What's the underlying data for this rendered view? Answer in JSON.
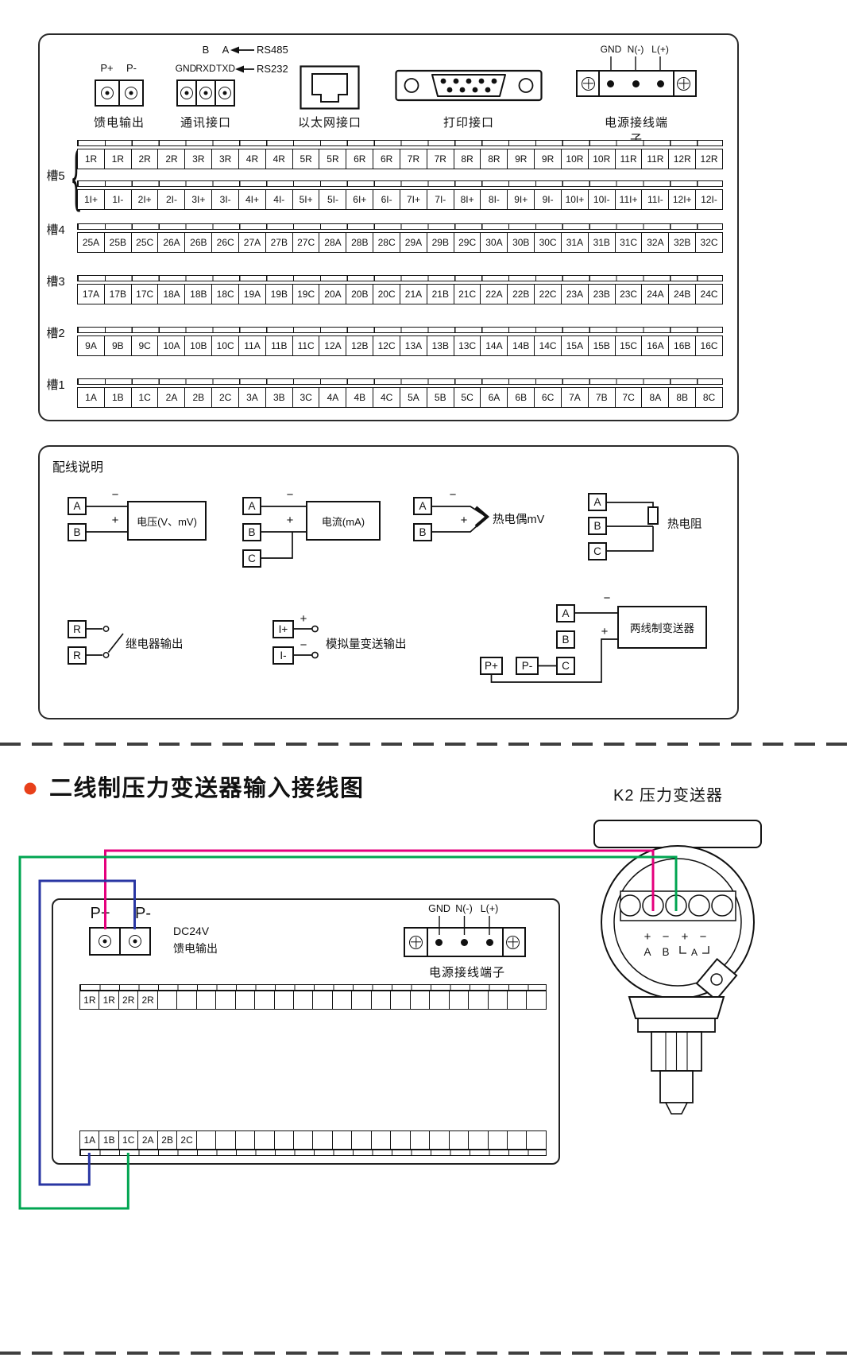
{
  "rear_panel": {
    "feed": {
      "pin_plus": "P+",
      "pin_minus": "P-",
      "label": "馈电输出"
    },
    "comm": {
      "pin_b": "B",
      "pin_a": "A",
      "rs485": "RS485",
      "pin_gnd": "GND",
      "pin_rxd": "RXD",
      "pin_txd": "TXD",
      "rs232": "RS232",
      "label": "通讯接口"
    },
    "ethernet": {
      "label": "以太网接口"
    },
    "printer": {
      "label": "打印接口"
    },
    "power": {
      "pin_gnd": "GND",
      "pin_n": "N(-)",
      "pin_l": "L(+)",
      "label": "电源接线端子"
    },
    "slot5": {
      "name": "槽5",
      "brace": "{",
      "row_r": [
        "1R",
        "1R",
        "2R",
        "2R",
        "3R",
        "3R",
        "4R",
        "4R",
        "5R",
        "5R",
        "6R",
        "6R",
        "7R",
        "7R",
        "8R",
        "8R",
        "9R",
        "9R",
        "10R",
        "10R",
        "11R",
        "11R",
        "12R",
        "12R"
      ],
      "row_i": [
        "1I+",
        "1I-",
        "2I+",
        "2I-",
        "3I+",
        "3I-",
        "4I+",
        "4I-",
        "5I+",
        "5I-",
        "6I+",
        "6I-",
        "7I+",
        "7I-",
        "8I+",
        "8I-",
        "9I+",
        "9I-",
        "10I+",
        "10I-",
        "11I+",
        "11I-",
        "12I+",
        "12I-"
      ]
    },
    "slot4": {
      "name": "槽4",
      "cells": [
        "25A",
        "25B",
        "25C",
        "26A",
        "26B",
        "26C",
        "27A",
        "27B",
        "27C",
        "28A",
        "28B",
        "28C",
        "29A",
        "29B",
        "29C",
        "30A",
        "30B",
        "30C",
        "31A",
        "31B",
        "31C",
        "32A",
        "32B",
        "32C"
      ]
    },
    "slot3": {
      "name": "槽3",
      "cells": [
        "17A",
        "17B",
        "17C",
        "18A",
        "18B",
        "18C",
        "19A",
        "19B",
        "19C",
        "20A",
        "20B",
        "20C",
        "21A",
        "21B",
        "21C",
        "22A",
        "22B",
        "22C",
        "23A",
        "23B",
        "23C",
        "24A",
        "24B",
        "24C"
      ]
    },
    "slot2": {
      "name": "槽2",
      "cells": [
        "9A",
        "9B",
        "9C",
        "10A",
        "10B",
        "10C",
        "11A",
        "11B",
        "11C",
        "12A",
        "12B",
        "12C",
        "13A",
        "13B",
        "13C",
        "14A",
        "14B",
        "14C",
        "15A",
        "15B",
        "15C",
        "16A",
        "16B",
        "16C"
      ]
    },
    "slot1": {
      "name": "槽1",
      "cells": [
        "1A",
        "1B",
        "1C",
        "2A",
        "2B",
        "2C",
        "3A",
        "3B",
        "3C",
        "4A",
        "4B",
        "4C",
        "5A",
        "5B",
        "5C",
        "6A",
        "6B",
        "6C",
        "7A",
        "7B",
        "7C",
        "8A",
        "8B",
        "8C"
      ]
    }
  },
  "wiring_guide": {
    "title": "配线说明",
    "voltage": {
      "a": "A",
      "b": "B",
      "minus": "−",
      "plus": "+",
      "label": "电压(V、mV)"
    },
    "current": {
      "a": "A",
      "b": "B",
      "c": "C",
      "minus": "−",
      "plus": "+",
      "label": "电流(mA)"
    },
    "thermocouple": {
      "a": "A",
      "b": "B",
      "minus": "−",
      "plus": "+",
      "label": "热电偶mV"
    },
    "rtd": {
      "a": "A",
      "b": "B",
      "c": "C",
      "label": "热电阻"
    },
    "relay": {
      "r1": "R",
      "r2": "R",
      "label": "继电器输出"
    },
    "analog_out": {
      "ip": "I+",
      "im": "I-",
      "plus": "+",
      "minus": "−",
      "label": "模拟量变送输出"
    },
    "two_wire": {
      "a": "A",
      "b": "B",
      "c": "C",
      "pp": "P+",
      "pm": "P-",
      "minus": "−",
      "plus": "+",
      "label": "两线制变送器"
    }
  },
  "bottom": {
    "title": "二线制压力变送器输入接线图",
    "bullet_color": "#e8401a",
    "transmitter_label": "K2 压力变送器",
    "device": {
      "pin_plus": "P+",
      "pin_minus": "P-",
      "dc": "DC24V",
      "feed_label": "馈电输出",
      "power": {
        "pin_gnd": "GND",
        "pin_n": "N(-)",
        "pin_l": "L(+)",
        "label": "电源接线端子"
      },
      "strip_top": [
        "1R",
        "1R",
        "2R",
        "2R",
        "",
        "",
        "",
        "",
        "",
        "",
        "",
        "",
        "",
        "",
        "",
        "",
        "",
        "",
        "",
        "",
        "",
        "",
        "",
        ""
      ],
      "strip_bottom": [
        "1A",
        "1B",
        "1C",
        "2A",
        "2B",
        "2C",
        "",
        "",
        "",
        "",
        "",
        "",
        "",
        "",
        "",
        "",
        "",
        "",
        "",
        "",
        "",
        "",
        "",
        ""
      ]
    },
    "transmitter": {
      "signs": [
        "+",
        "−",
        "+",
        "−"
      ],
      "pin_a": "A",
      "pin_b": "B",
      "bracket_pin": "A"
    },
    "wires": {
      "p_plus_color": "#e5007d",
      "signal_color": "#00a551",
      "p_minus_color": "#2936a3"
    }
  }
}
